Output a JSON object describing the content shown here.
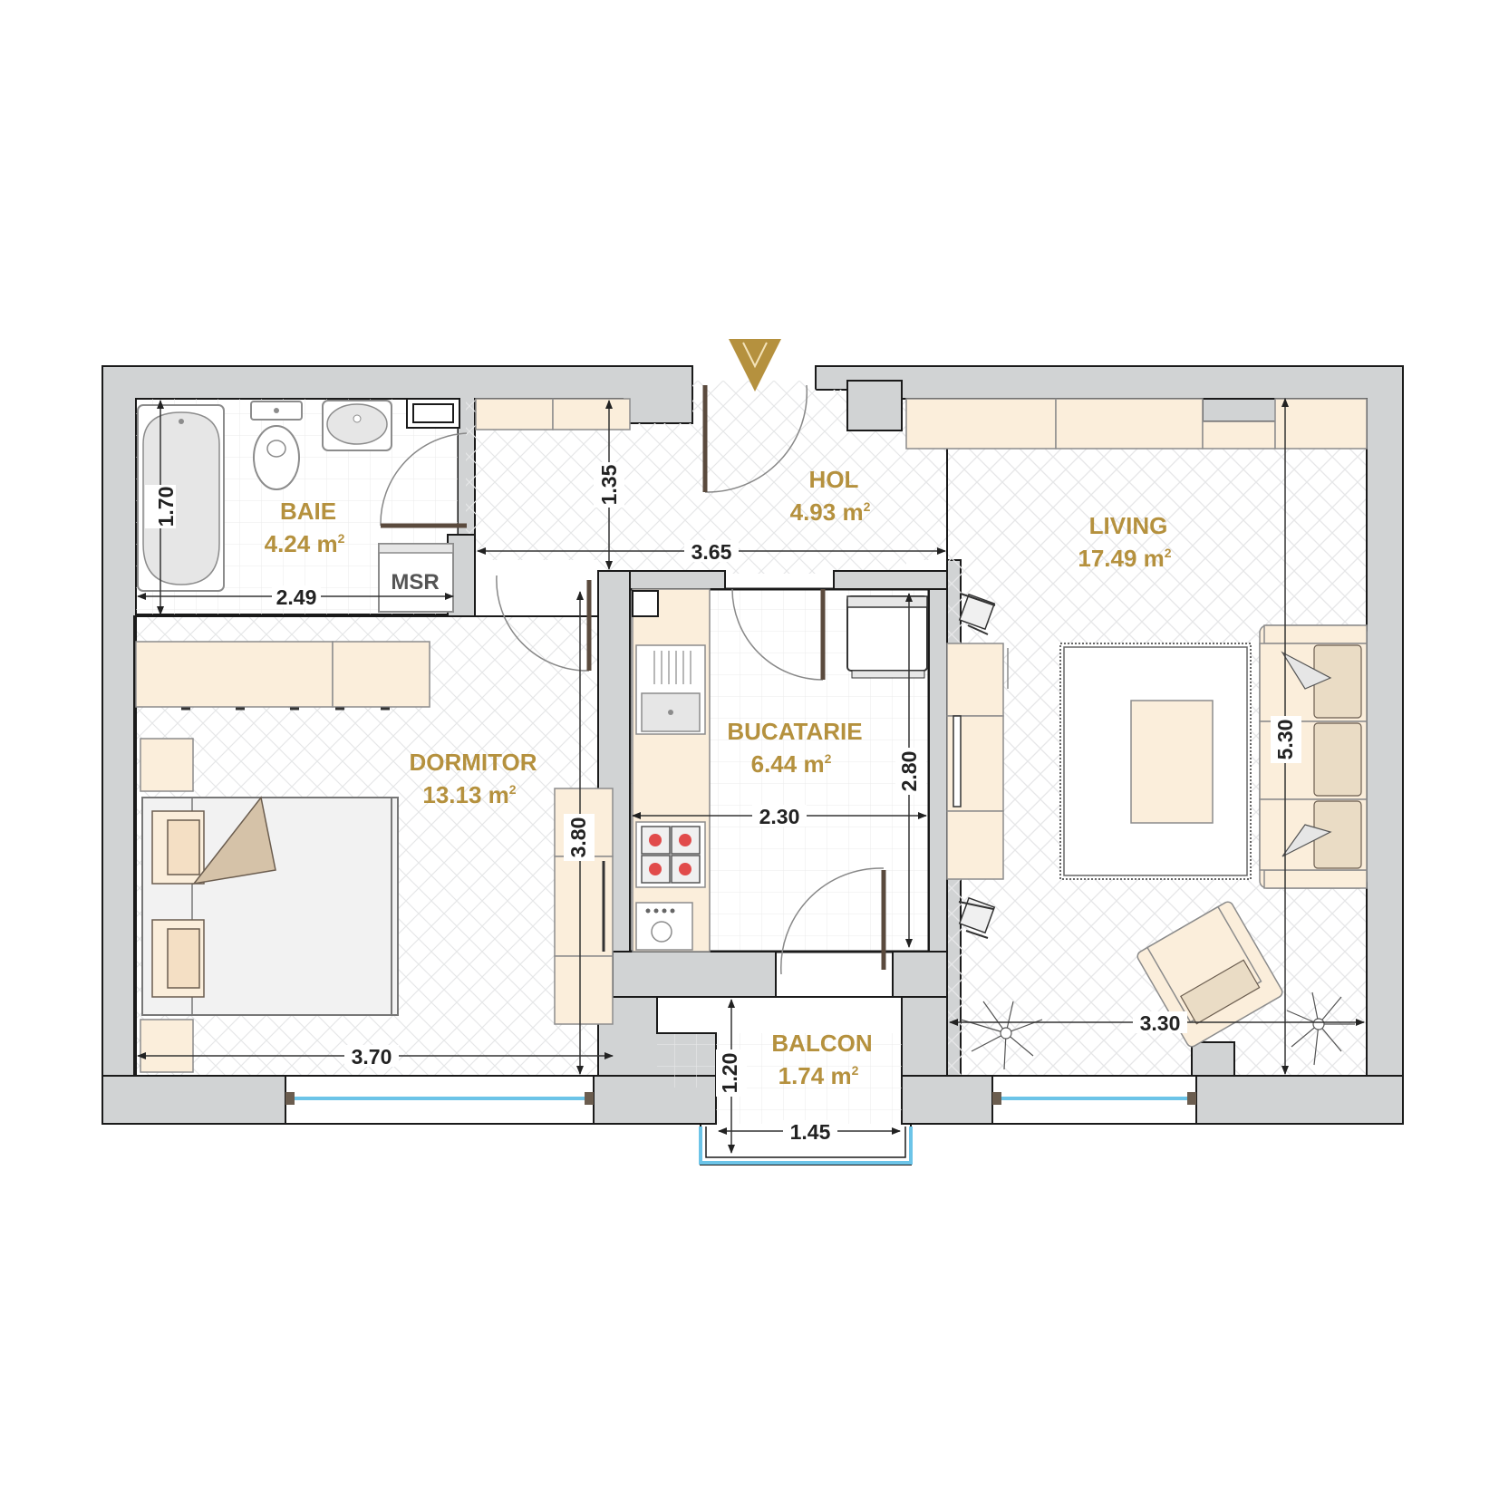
{
  "colors": {
    "wall": "#d1d3d4",
    "wall_stroke": "#1a1a1a",
    "floor_tile": "#e7e8e9",
    "furniture": "#fbeedb",
    "furniture_stroke": "#8c8c8c",
    "label": "#b5913e",
    "window": "#6cc4e8",
    "entry_arrow": "#b5913e"
  },
  "rooms": {
    "baie": {
      "name": "BAIE",
      "area": "4.24 m",
      "sup": "2"
    },
    "hol": {
      "name": "HOL",
      "area": "4.93 m",
      "sup": "2"
    },
    "living": {
      "name": "LIVING",
      "area": "17.49 m",
      "sup": "2"
    },
    "bucatarie": {
      "name": "BUCATARIE",
      "area": "6.44 m",
      "sup": "2"
    },
    "dormitor": {
      "name": "DORMITOR",
      "area": "13.13 m",
      "sup": "2"
    },
    "balcon": {
      "name": "BALCON",
      "area": "1.74 m",
      "sup": "2"
    }
  },
  "labels": {
    "msr": "MSR"
  },
  "dimensions": {
    "baie_height": "1.70",
    "baie_width": "2.49",
    "hol_depth": "1.35",
    "hol_width": "3.65",
    "bucatarie_height": "2.80",
    "bucatarie_width": "2.30",
    "dormitor_height": "3.80",
    "dormitor_width": "3.70",
    "living_height": "5.30",
    "living_width": "3.30",
    "balcon_height": "1.20",
    "balcon_width": "1.45"
  },
  "icons": [
    "entry-arrow-icon",
    "bathtub-icon",
    "toilet-icon",
    "sink-icon",
    "bed-icon",
    "stove-icon",
    "fridge-icon",
    "sofa-icon",
    "armchair-icon",
    "chair-icon",
    "plant-icon",
    "door-swing-icon",
    "window-icon"
  ]
}
